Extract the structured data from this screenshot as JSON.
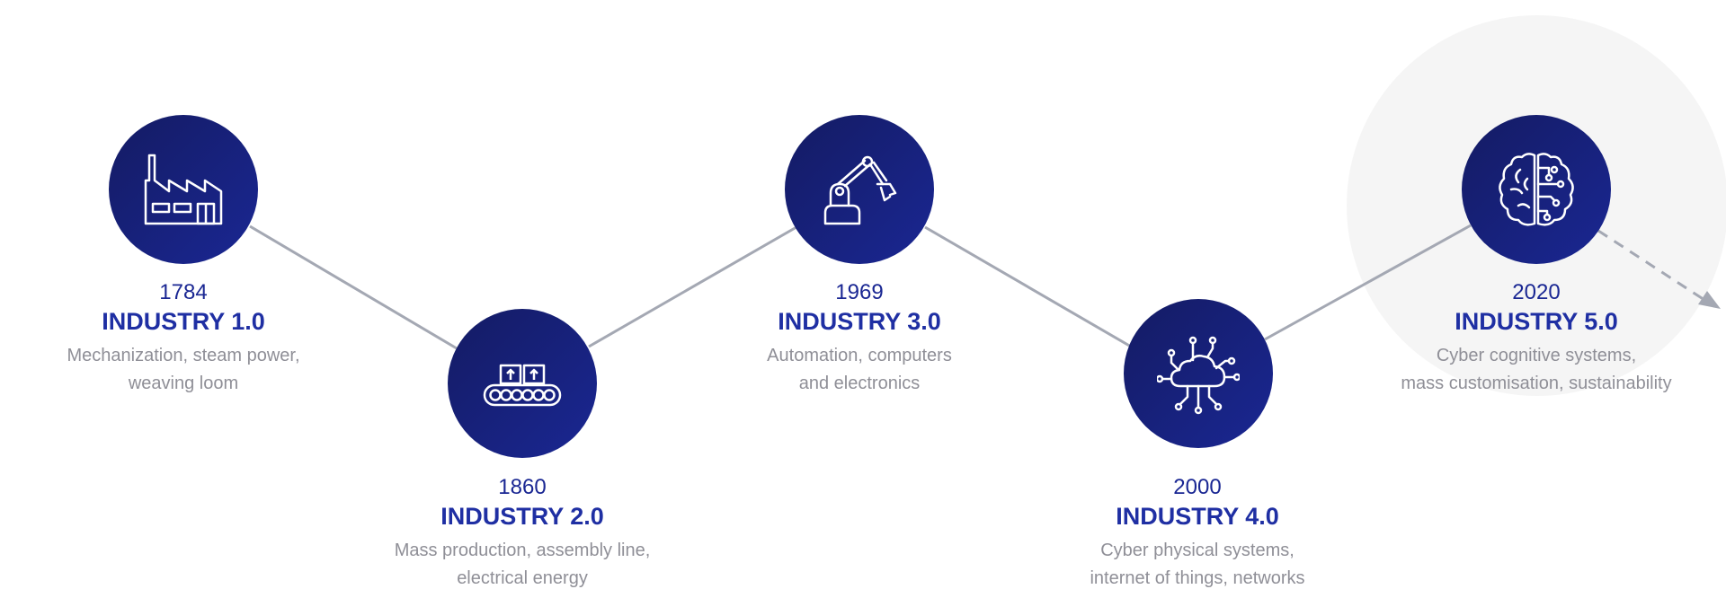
{
  "stages": [
    {
      "year": "1784",
      "title": "INDUSTRY 1.0",
      "desc": [
        "Mechanization, steam power,",
        "weaving loom"
      ],
      "icon": "factory-icon"
    },
    {
      "year": "1860",
      "title": "INDUSTRY 2.0",
      "desc": [
        "Mass production, assembly line,",
        "electrical energy"
      ],
      "icon": "conveyor-belt-icon"
    },
    {
      "year": "1969",
      "title": "INDUSTRY 3.0",
      "desc": [
        "Automation, computers",
        "and electronics"
      ],
      "icon": "robot-arm-icon"
    },
    {
      "year": "2000",
      "title": "INDUSTRY 4.0",
      "desc": [
        "Cyber physical systems,",
        "internet of things, networks"
      ],
      "icon": "cloud-network-icon"
    },
    {
      "year": "2020",
      "title": "INDUSTRY 5.0",
      "desc": [
        "Cyber cognitive systems,",
        "mass customisation, sustainability"
      ],
      "icon": "brain-chip-icon"
    }
  ],
  "colors": {
    "node_dark": "#141b63",
    "node_light": "#1a2793",
    "title": "#1f2fa3",
    "description": "#8f8f97",
    "connector": "#a4a8b3",
    "halo": "#f5f5f5"
  }
}
